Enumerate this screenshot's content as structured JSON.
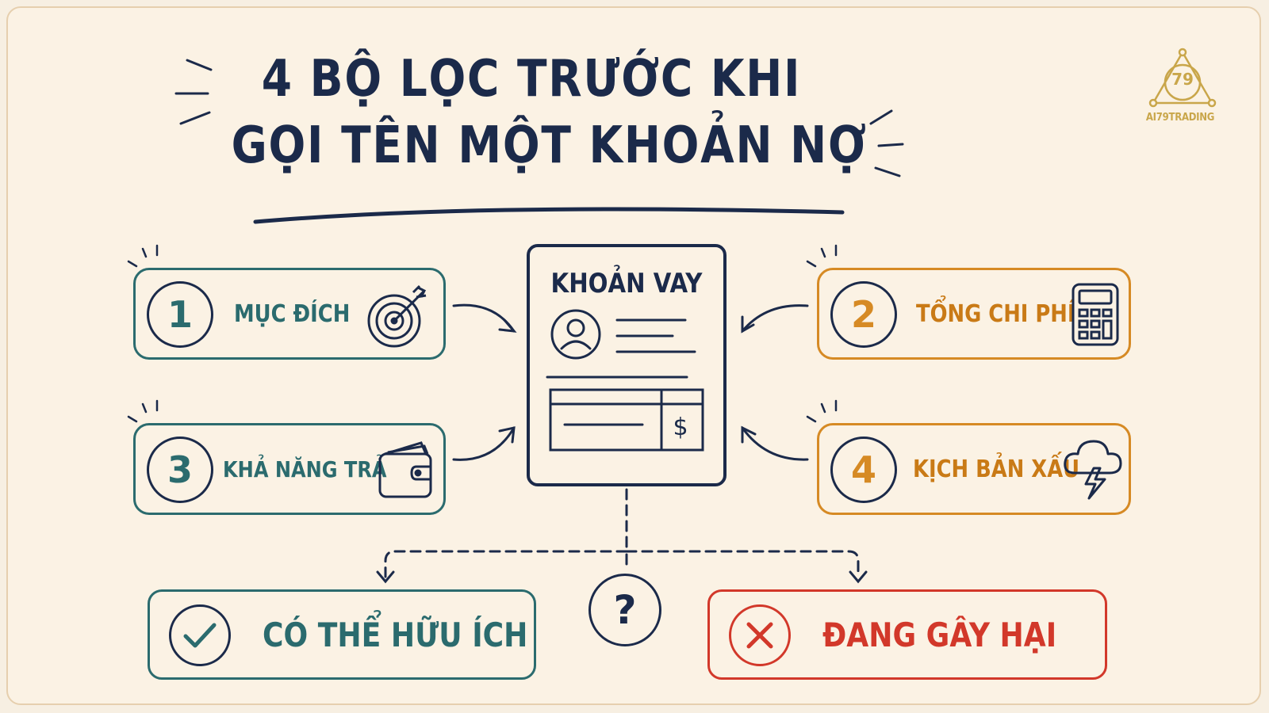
{
  "title": {
    "line1": "4 BỘ LỌC TRƯỚC KHI",
    "line2": "GỌI TÊN MỘT KHOẢN NỢ"
  },
  "center": {
    "label": "KHOẢN VAY",
    "currency_symbol": "$"
  },
  "filters": [
    {
      "number": "1",
      "label": "MỤC ĐÍCH",
      "icon": "target-icon",
      "color": "#2b6b6e"
    },
    {
      "number": "2",
      "label": "TỔNG CHI PHÍ",
      "icon": "calculator-icon",
      "color": "#d68a24"
    },
    {
      "number": "3",
      "label": "KHẢ NĂNG TRẢ",
      "icon": "wallet-icon",
      "color": "#2b6b6e"
    },
    {
      "number": "4",
      "label": "KỊCH BẢN XẤU",
      "icon": "storm-cloud-icon",
      "color": "#d68a24"
    }
  ],
  "decision": {
    "symbol": "?",
    "good": {
      "label": "CÓ THỂ HỮU ÍCH",
      "icon": "check-icon",
      "color": "#2b6b6e"
    },
    "bad": {
      "label": "ĐANG GÂY HẠI",
      "icon": "cross-icon",
      "color": "#d2382a"
    }
  },
  "brand": {
    "logo_number": "79",
    "name": "AI79TRADING",
    "color": "#c9a64a"
  }
}
